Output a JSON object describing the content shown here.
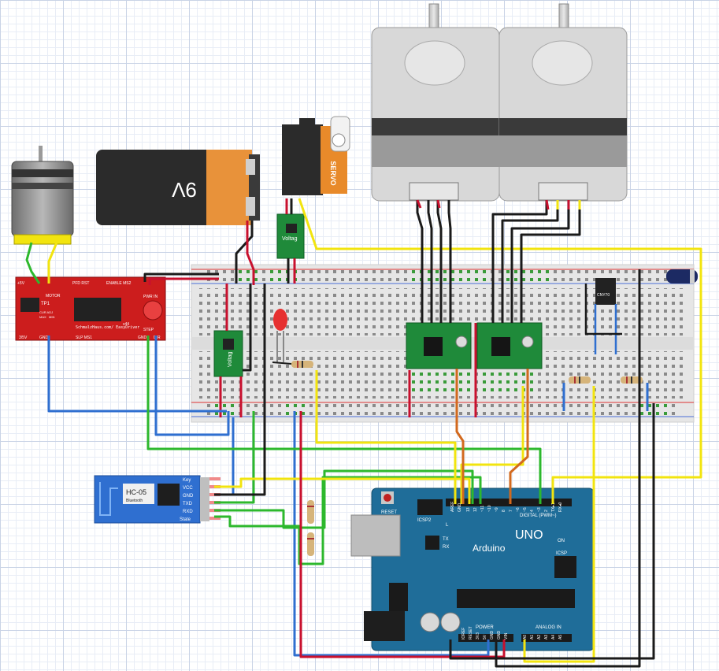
{
  "battery": {
    "label": "9V"
  },
  "servo": {
    "label": "SERVO"
  },
  "regulators": {
    "label": "Voltag"
  },
  "driver": {
    "label_bottom": "SchmalzHaus.com/\nEasyDriver",
    "version": "v44",
    "motor_label": "MOTOR",
    "tp1": "TP1",
    "pins_top": [
      "+5V",
      "PFD RST",
      "ENABLE MS2"
    ],
    "pins_bottom": [
      "3/5V",
      "GND",
      "SLP MS1",
      "STEP"
    ],
    "pot": "PWR IN",
    "labels_misc": [
      "CUR ADJ",
      "MIN",
      "MAX",
      "GND",
      "DIR"
    ]
  },
  "sensor_chip": {
    "label": "CNY70"
  },
  "hc05": {
    "title": "HC-05",
    "subtitle": "Bluetooth",
    "pins": [
      "Key",
      "VCC",
      "GND",
      "TXD",
      "RXD",
      "State"
    ]
  },
  "arduino": {
    "name": "Arduino",
    "model": "UNO",
    "reset": "RESET",
    "icsp2": "ICSP2",
    "icsp": "ICSP",
    "digital": "DIGITAL (PWM~)",
    "power": "POWER",
    "analog": "ANALOG IN",
    "leds": [
      "L",
      "TX",
      "RX",
      "ON"
    ],
    "aref": "AREF",
    "gnd": "GND",
    "digital_pins": [
      "13",
      "12",
      "~11",
      "~10",
      "~9",
      "8",
      "7",
      "~6",
      "~5",
      "4",
      "~3",
      "2",
      "TX▸1",
      "RX◂0"
    ],
    "power_pins": [
      "IOREF",
      "RESET",
      "3V3",
      "5V",
      "GND",
      "GND",
      "VIN"
    ],
    "analog_pins": [
      "A0",
      "A1",
      "A2",
      "A3",
      "A4",
      "A5"
    ]
  },
  "colors": {
    "wire_red": "#c8102e",
    "wire_black": "#1a1a1a",
    "wire_blue": "#2f6fd0",
    "wire_green": "#2db82d",
    "wire_yellow": "#f2e40f",
    "wire_orange": "#d2691e",
    "arduino_blue": "#1f6d99",
    "driver_red": "#cc1d1d",
    "breadboard": "#e9e9e9"
  }
}
